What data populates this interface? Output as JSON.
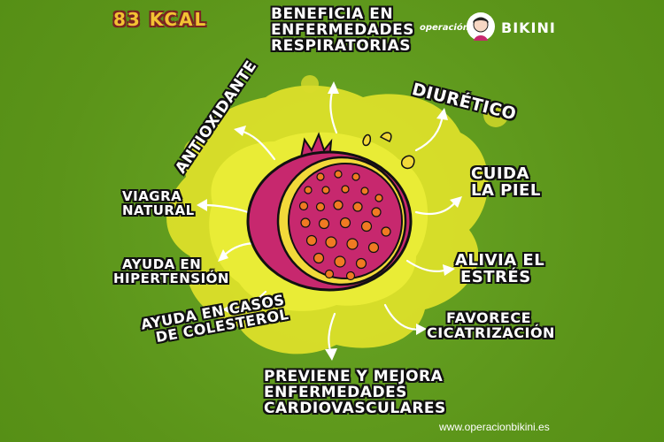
{
  "calories": "83 KCAL",
  "brand": {
    "prefix": "operación",
    "name": "BIKINI",
    "url": "www.operacionbikini.es"
  },
  "benefits": {
    "respiratorias": [
      "Beneficia en",
      "enfermedades",
      "respiratorias"
    ],
    "diuretico": [
      "Diurético"
    ],
    "piel": [
      "Cuida",
      "la piel"
    ],
    "estres": [
      "Alivia el",
      "estrés"
    ],
    "cicatrizacion": [
      "Favorece",
      "cicatrización"
    ],
    "cardiovasculares": [
      "Previene y mejora",
      "enfermedades",
      "cardiovasculares"
    ],
    "colesterol": [
      "Ayuda en casos",
      "de Colesterol"
    ],
    "hipertension": [
      "Ayuda en",
      "hipertensión"
    ],
    "viagra": [
      "Viagra",
      "natural"
    ],
    "antioxidante": [
      "Antioxidante"
    ]
  },
  "colors": {
    "background": "#5f9a1c",
    "splash": "#dfe22a",
    "fruit": "#c7286e",
    "rind": "#f2d93a",
    "seeds": "#f07a22",
    "calories": "#f3c233"
  }
}
